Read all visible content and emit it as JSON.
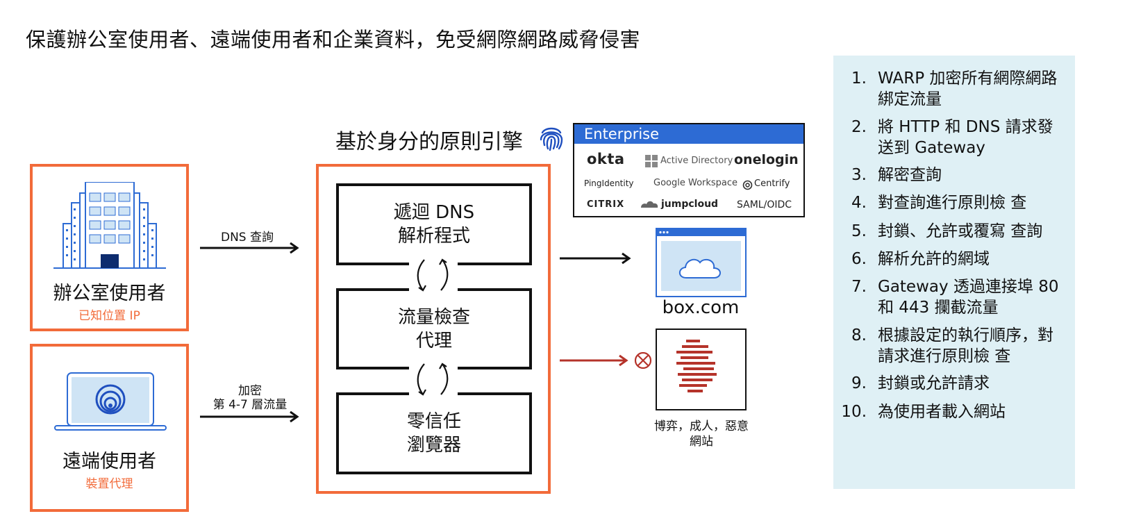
{
  "title": "保護辦公室使用者、遠端使用者和企業資料，免受網際網路威脅侵害",
  "office": {
    "label": "辦公室使用者",
    "sublabel": "已知位置 IP"
  },
  "remote": {
    "label": "遠端使用者",
    "sublabel": "裝置代理"
  },
  "arrows": {
    "dns_label": "DNS 查詢",
    "encrypted_line1": "加密",
    "encrypted_line2": "第 4-7 層流量"
  },
  "engine": {
    "title": "基於身分的原則引擎",
    "modules": [
      {
        "line1": "遞迴 DNS",
        "line2": "解析程式"
      },
      {
        "line1": "流量檢查",
        "line2": "代理"
      },
      {
        "line1": "零信任",
        "line2": "瀏覽器"
      }
    ]
  },
  "enterprise": {
    "header": "Enterprise",
    "providers": [
      "okta",
      "Active Directory",
      "onelogin",
      "PingIdentity",
      "Google Workspace",
      "Centrify",
      "CITRIX",
      "jumpcloud",
      "SAML/OIDC"
    ]
  },
  "destinations": {
    "allowed": "box.com",
    "blocked_line1": "博弈，成人，惡意",
    "blocked_line2": "網站"
  },
  "colors": {
    "accent": "#f26b3a",
    "blue": "#2d6bd4",
    "block_red": "#b5332a",
    "panel_bg": "#dff0f5"
  },
  "steps": [
    {
      "num": "1.",
      "text": "WARP 加密所有網際網路綁定流量"
    },
    {
      "num": "2.",
      "text": "將 HTTP 和 DNS 請求發送到 Gateway"
    },
    {
      "num": "3.",
      "text": "解密查詢"
    },
    {
      "num": "4.",
      "text": "對查詢進行原則檢 查"
    },
    {
      "num": "5.",
      "text": "封鎖、允許或覆寫 查詢"
    },
    {
      "num": "6.",
      "text": "解析允許的網域"
    },
    {
      "num": "7.",
      "text": "Gateway 透過連接埠 80 和 443 攔截流量"
    },
    {
      "num": "8.",
      "text": "根據設定的執行順序，對請求進行原則檢 查"
    },
    {
      "num": "9.",
      "text": "封鎖或允許請求"
    },
    {
      "num": "10.",
      "text": "為使用者載入網站"
    }
  ]
}
